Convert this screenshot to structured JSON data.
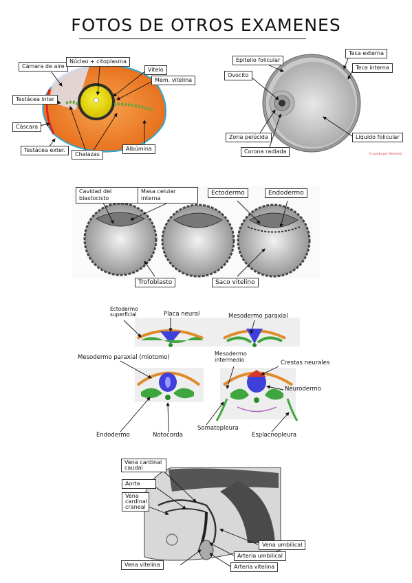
{
  "title": "FOTOS DE OTROS EXAMENES",
  "egg": {
    "camara": "Cámara de aire",
    "nucleo": "Núcleo + citoplasma",
    "vitelo": "Vitelo",
    "membrana": "Mem. vitelina",
    "testacea_int": "Testácea inter",
    "cascara": "Cáscara",
    "testacea_ext": "Testácea exter.",
    "chalazas": "Chalazas",
    "albumina": "Albúmina"
  },
  "follicle": {
    "epitelio": "Epitelio folicular",
    "teca_ext": "Teca externa",
    "ovocito": "Ovocito",
    "teca_int": "Teca interna",
    "zona": "Zona pelúcida",
    "liquido": "Líquido folicular",
    "corona": "Corona radiada",
    "note": "(1 punto por término)"
  },
  "blastocyst": {
    "cavidad": "Cavidad del blastocisto",
    "masa": "Masa celular interna",
    "ectodermo": "Ectodermo",
    "endodermo": "Endodermo",
    "trofoblasto": "Trofoblasto",
    "saco": "Saco vitelino"
  },
  "neural": {
    "ectodermo_sup": "Ectodermo superficial",
    "placa": "Placa neural",
    "mesodermo_par": "Mesodermo paraxial",
    "mesodermo_par2": "Mesodermo paraxial (miotomo)",
    "mesodermo_int": "Mesodermo intermedio",
    "crestas": "Crestas neurales",
    "neuroderm": "Neurodermo",
    "endodermo": "Endodermo",
    "notocorda": "Notocorda",
    "somatopleura": "Somatopleura",
    "esplacnopleura": "Esplacnopleura"
  },
  "embryo": {
    "cardinal_caudal": "Vena cardinal caudal",
    "aorta": "Aorta",
    "cardinal_craneal": "Vena cardinal craneal",
    "umbilical_v": "Vena umbilical",
    "umbilical_a": "Arteria umbilical",
    "vitelina_v": "Vena vitelina",
    "vitelina_a": "Arteria vitelina"
  }
}
